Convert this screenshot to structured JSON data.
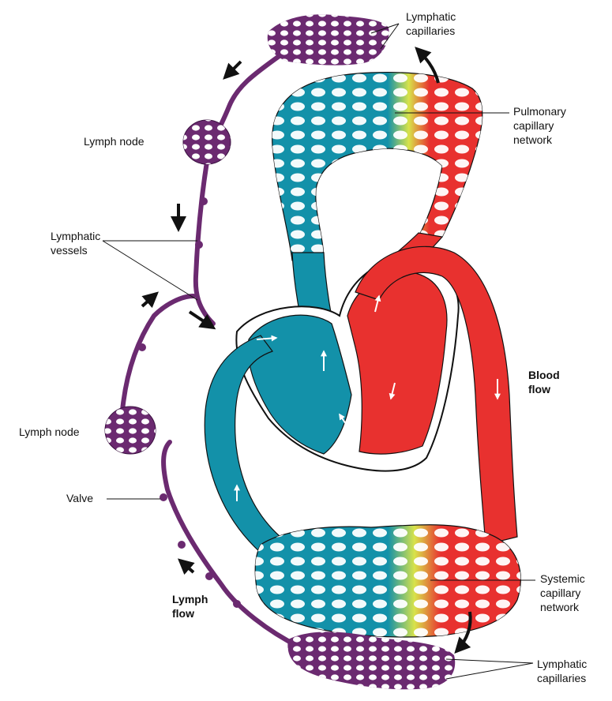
{
  "colors": {
    "lymph": "#6b2a70",
    "deoxygenated": "#1391a9",
    "oxygenated": "#e8312f",
    "transition": "#d8e34a",
    "outline": "#111111"
  },
  "labels": {
    "lymphatic_capillaries_top": [
      "Lymphatic",
      "capillaries"
    ],
    "pulmonary_capillary_network": [
      "Pulmonary",
      "capillary",
      "network"
    ],
    "lymph_node_upper": "Lymph node",
    "lymphatic_vessels": [
      "Lymphatic",
      "vessels"
    ],
    "blood_flow": [
      "Blood",
      "flow"
    ],
    "lymph_node_lower": "Lymph node",
    "valve": "Valve",
    "lymph_flow": [
      "Lymph",
      "flow"
    ],
    "systemic_capillary_network": [
      "Systemic",
      "capillary",
      "network"
    ],
    "lymphatic_capillaries_bottom": [
      "Lymphatic",
      "capillaries"
    ]
  }
}
